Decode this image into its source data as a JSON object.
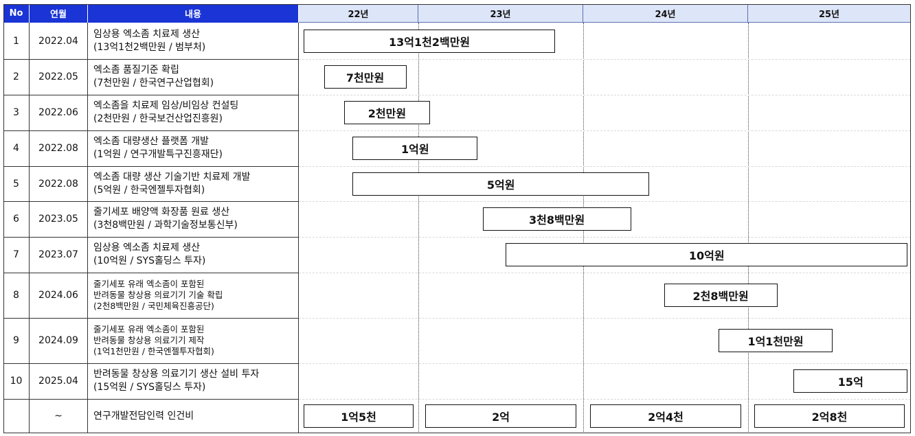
{
  "headers": {
    "no": "No",
    "date": "연월",
    "content": "내용"
  },
  "years": [
    "22년",
    "23년",
    "24년",
    "25년"
  ],
  "rows": [
    {
      "no": "1",
      "date": "2022.04",
      "lines": [
        "임상용 엑소좀 치료제 생산",
        "(13억1천2백만원 / 범부처)"
      ],
      "small": false,
      "bar": {
        "label": "13억1천2백만원",
        "start": 2022.04,
        "end": 2023.83
      }
    },
    {
      "no": "2",
      "date": "2022.05",
      "lines": [
        "엑소좀 품질기준 확립",
        "(7천만원 / 한국연구산업협회)"
      ],
      "small": false,
      "bar": {
        "label": "7천만원",
        "start": 2022.21,
        "end": 2022.9
      }
    },
    {
      "no": "3",
      "date": "2022.06",
      "lines": [
        "엑소좀을 치료제 임상/비임상 컨설팅",
        "(2천만원 / 한국보건산업진흥원)"
      ],
      "small": false,
      "bar": {
        "label": "2천만원",
        "start": 2022.38,
        "end": 2023.07
      }
    },
    {
      "no": "4",
      "date": "2022.08",
      "lines": [
        "엑소좀 대량생산 플랫폼 개발",
        "(1억원 / 연구개발특구진흥재단)"
      ],
      "small": false,
      "bar": {
        "label": "1억원",
        "start": 2022.45,
        "end": 2023.36
      }
    },
    {
      "no": "5",
      "date": "2022.08",
      "lines": [
        "엑소좀 대량 생산 기술기반 치료제 개발",
        "(5억원 / 한국엔젤투자협회)"
      ],
      "small": false,
      "bar": {
        "label": "5억원",
        "start": 2022.45,
        "end": 2024.4
      }
    },
    {
      "no": "6",
      "date": "2023.05",
      "lines": [
        "줄기세포 배양액 화장품 원료 생산",
        "(3천8백만원 / 과학기술정보통신부)"
      ],
      "small": false,
      "bar": {
        "label": "3천8백만원",
        "start": 2023.39,
        "end": 2024.29
      }
    },
    {
      "no": "7",
      "date": "2023.07",
      "lines": [
        "임상용 엑소좀 치료제 생산",
        "(10억원 / SYS홀딩스 투자)"
      ],
      "small": false,
      "bar": {
        "label": "10억원",
        "start": 2023.53,
        "end": 2025.98
      }
    },
    {
      "no": "8",
      "date": "2024.06",
      "lines": [
        "줄기세포 유래 엑소좀이 포함된",
        "반려동물 창상용 의료기기 기술 확립",
        "(2천8백만원 / 국민체육진흥공단)"
      ],
      "small": true,
      "bar": {
        "label": "2천8백만원",
        "start": 2024.49,
        "end": 2025.18
      }
    },
    {
      "no": "9",
      "date": "2024.09",
      "lines": [
        "줄기세포 유래 엑소좀이 포함된",
        "반려동물 창상용 의료기기 제작",
        "(1억1천만원 / 한국엔젤투자협회)"
      ],
      "small": true,
      "bar": {
        "label": "1억1천만원",
        "start": 2024.82,
        "end": 2025.52
      }
    },
    {
      "no": "10",
      "date": "2025.04",
      "lines": [
        "반려동물 창상용 의료기기 생산 설비 투자",
        "(15억원 / SYS홀딩스 투자)"
      ],
      "small": false,
      "bar": {
        "label": "15억",
        "start": 2025.28,
        "end": 2025.98
      }
    }
  ],
  "summary": {
    "no": "",
    "date": "~",
    "text": "연구개발전담인력 인건비",
    "bars": [
      {
        "label": "1억5천",
        "start": 2022.04,
        "end": 2022.96
      },
      {
        "label": "2억",
        "start": 2023.04,
        "end": 2023.96
      },
      {
        "label": "2억4천",
        "start": 2024.04,
        "end": 2024.96
      },
      {
        "label": "2억8천",
        "start": 2025.04,
        "end": 2025.96
      }
    ]
  },
  "colors": {
    "header_left": "#1a34d6",
    "header_year": "#dde5f8",
    "border": "#333333"
  }
}
